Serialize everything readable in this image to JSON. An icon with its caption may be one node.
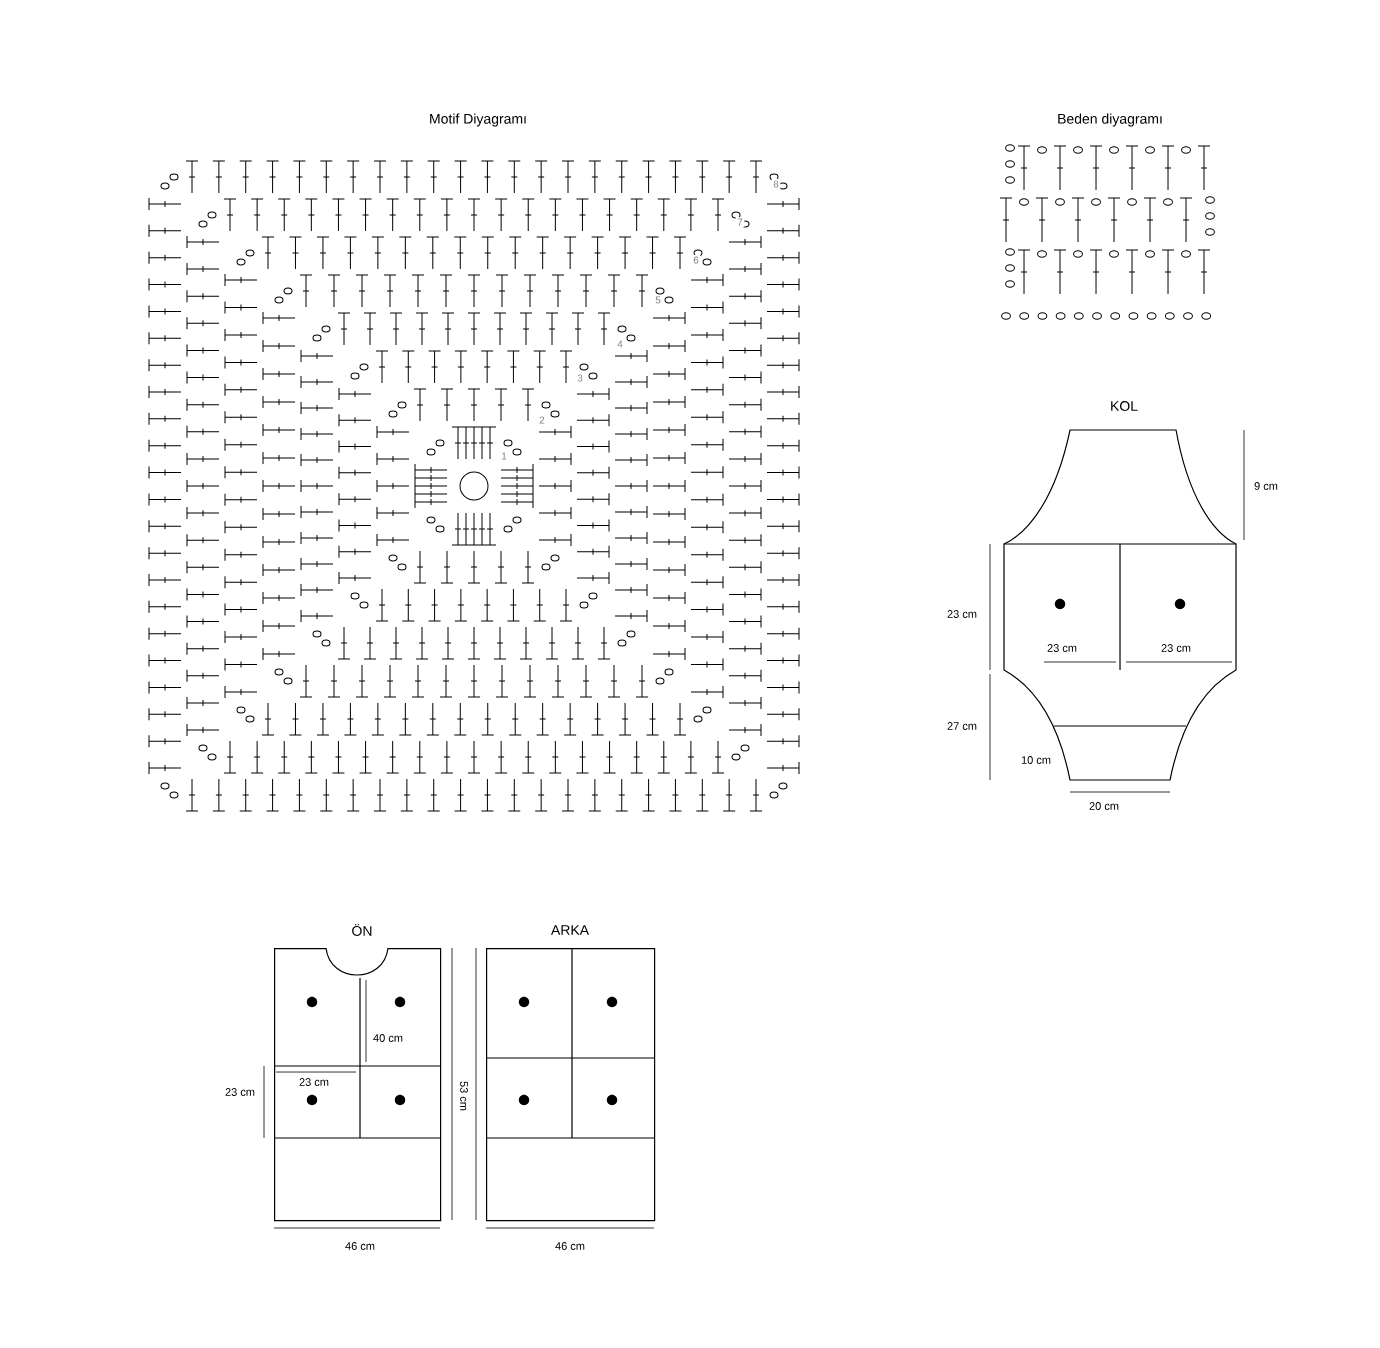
{
  "diagram": {
    "nodes": [
      {
        "text": [
          "KOL"
        ]
      },
      {
        "text": [
          "ÖN"
        ]
      },
      {
        "text": [
          "ARKA"
        ]
      }
    ],
    "labels": [
      "Motif Diyagramı",
      "Beden diyagramı",
      "8",
      "7",
      "6",
      "5",
      "4",
      "3",
      "2",
      "1",
      "9 cm",
      "23 cm",
      "23 cm",
      "23 cm",
      "27 cm",
      "10 cm",
      "20 cm",
      "40 cm",
      "23 cm",
      "23 cm",
      "53 cm",
      "46 cm",
      "46 cm"
    ]
  }
}
